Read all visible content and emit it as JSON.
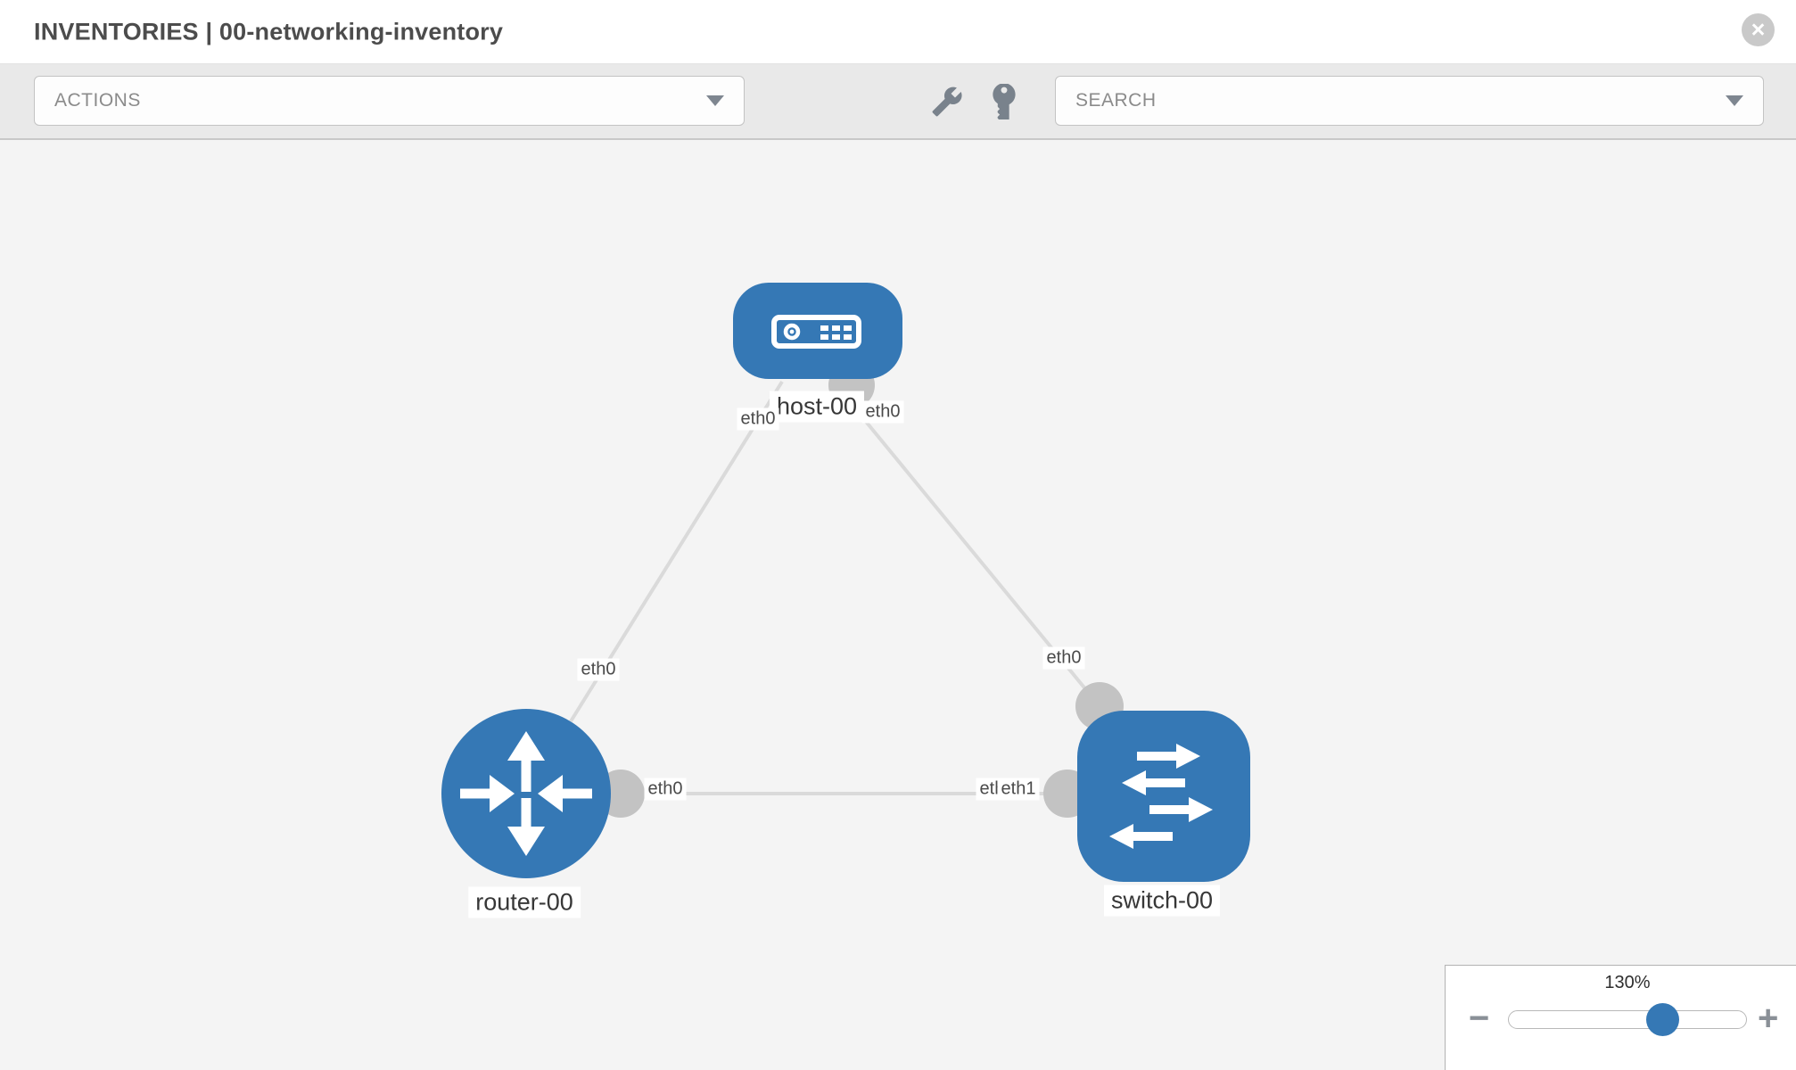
{
  "header": {
    "title_prefix": "INVENTORIES",
    "separator": " | ",
    "title_name": "00-networking-inventory",
    "close_icon": "x-circle-icon",
    "close_glyph": "×"
  },
  "toolbar": {
    "actions_placeholder": "ACTIONS",
    "search_placeholder": "SEARCH",
    "icons": [
      "wrench-icon",
      "key-icon"
    ]
  },
  "topology": {
    "nodes": [
      {
        "id": "host-00",
        "type": "host",
        "label": "host-00",
        "icon": "server-icon"
      },
      {
        "id": "router-00",
        "type": "router",
        "label": "router-00",
        "icon": "router-arrows-icon"
      },
      {
        "id": "switch-00",
        "type": "switch",
        "label": "switch-00",
        "icon": "switch-arrows-icon"
      }
    ],
    "links": [
      {
        "source": "host-00",
        "source_if": "eth0",
        "target": "router-00",
        "target_if": "eth0"
      },
      {
        "source": "host-00",
        "source_if": "eth0",
        "target": "switch-00",
        "target_if": "eth0"
      },
      {
        "source": "router-00",
        "source_if": "eth0",
        "target": "switch-00",
        "target_if": "eth1",
        "target_if_overlapped": "eth0"
      }
    ]
  },
  "zoom_control": {
    "level": "130%",
    "minus_label": "−",
    "plus_label": "+",
    "knob_position_pct": 65
  },
  "colors": {
    "node_blue": "#3578b5",
    "port_gray": "#c3c3c3",
    "link_gray": "#dadada",
    "toolbar_bg": "#e9e9e9",
    "canvas_bg": "#f4f4f4",
    "icon_gray": "#79828c"
  }
}
